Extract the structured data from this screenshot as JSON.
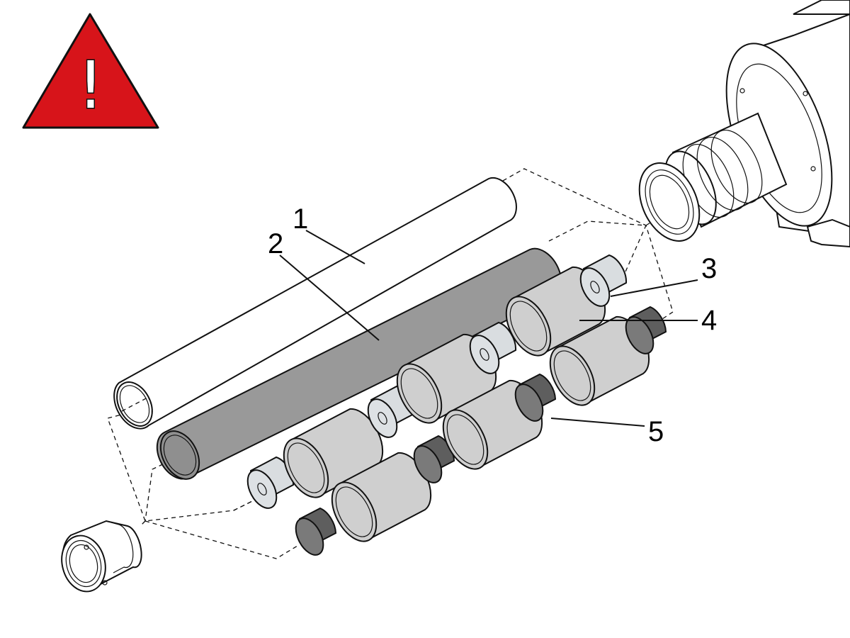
{
  "warning": {
    "glyph": "!",
    "icon": "warning-triangle-icon",
    "color": "#d7141a"
  },
  "callouts": [
    {
      "id": "1",
      "label": "1",
      "part": "outer-tube"
    },
    {
      "id": "2",
      "label": "2",
      "part": "inner-tube"
    },
    {
      "id": "3",
      "label": "3",
      "part": "ring-washer"
    },
    {
      "id": "4",
      "label": "4",
      "part": "sleeve-cylinder"
    },
    {
      "id": "5",
      "label": "5",
      "part": "dark-disc"
    }
  ],
  "colors": {
    "warning_red": "#d7141a",
    "inner_tube": "#999999",
    "sleeve": "#cfcfcf",
    "washer": "#d9dde0",
    "dark_disc": "#7a7a7a"
  }
}
